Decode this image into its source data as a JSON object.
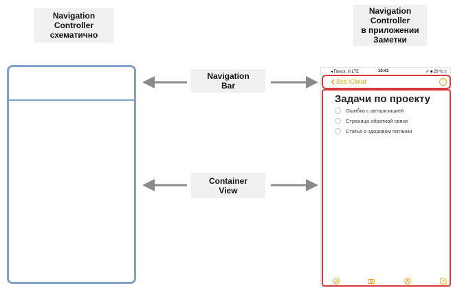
{
  "labels": {
    "schematic": "Navigation\nController\nсхематично",
    "app": "Navigation\nController\nв приложении\nЗаметки",
    "nav_bar": "Navigation\nBar",
    "container": "Container\nView"
  },
  "phone": {
    "status": {
      "carrier": "◂ Поиск .ıll LTE",
      "time": "10:43",
      "battery": "⇗ ■ 29 % ▯"
    },
    "nav": {
      "back_label": "Все iCloud",
      "more_icon": "ellipsis-circle-icon"
    },
    "note": {
      "title": "Задачи по проекту",
      "items": [
        "Ошибка с авторизацией",
        "Страница обратной связи",
        "Статья о здоровом питании"
      ]
    },
    "toolbar": [
      "checklist-icon",
      "camera-icon",
      "pen-icon",
      "compose-icon"
    ]
  },
  "colors": {
    "schematic_outline": "#7fa1c8",
    "highlight": "#d8383a",
    "accent": "#e2a317",
    "arrow": "#8a8a8a"
  }
}
